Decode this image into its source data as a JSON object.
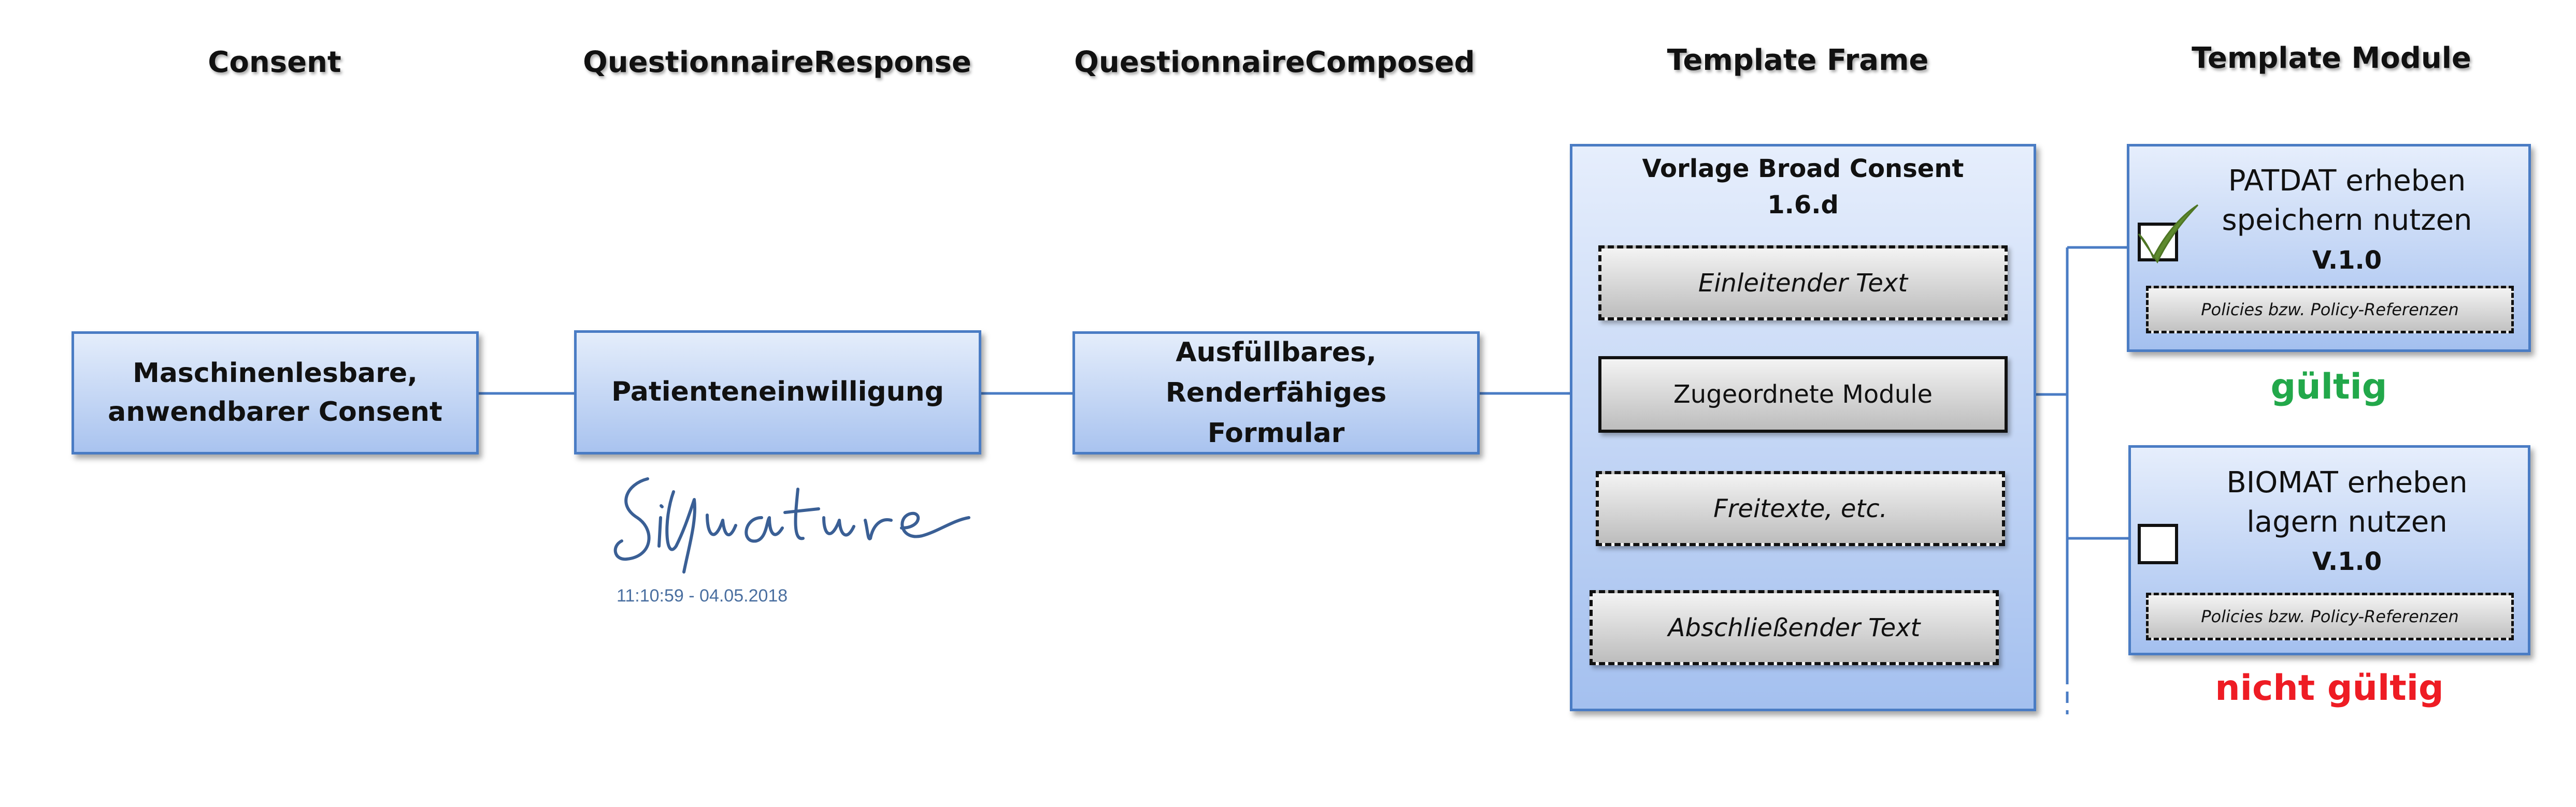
{
  "columns": {
    "consent": "Consent",
    "questionnaire_response": "QuestionnaireResponse",
    "questionnaire_composed": "QuestionnaireComposed",
    "template_frame": "Template Frame",
    "template_module": "Template Module"
  },
  "boxes": {
    "consent": [
      "Maschinenlesbare,",
      "anwendbarer Consent"
    ],
    "response": [
      "Patienteneinwilligung"
    ],
    "composed": [
      "Ausfüllbares,",
      "Renderfähiges",
      "Formular"
    ]
  },
  "signature": {
    "text": "Signature",
    "timestamp": "11:10:59 - 04.05.2018"
  },
  "frame": {
    "title": [
      "Vorlage Broad Consent",
      "1.6.d"
    ],
    "sections": [
      "Einleitender Text",
      "Zugeordnete Module",
      "Freitexte, etc.",
      "Abschließender Text"
    ]
  },
  "modules": [
    {
      "title": [
        "PATDAT erheben",
        "speichern nutzen"
      ],
      "version": "V.1.0",
      "policies": "Policies bzw. Policy-Referenzen",
      "checked": true,
      "status": "gültig",
      "status_color": "#22a84a"
    },
    {
      "title": [
        "BIOMAT erheben",
        "lagern nutzen"
      ],
      "version": "V.1.0",
      "policies": "Policies bzw. Policy-Referenzen",
      "checked": false,
      "status": "nicht gültig",
      "status_color": "#ee1c24"
    }
  ],
  "colors": {
    "connector": "#4a7cc4",
    "box_border": "#4a7cc4",
    "check": "#5e8a2e",
    "signature_ink": "#3a5f95"
  }
}
